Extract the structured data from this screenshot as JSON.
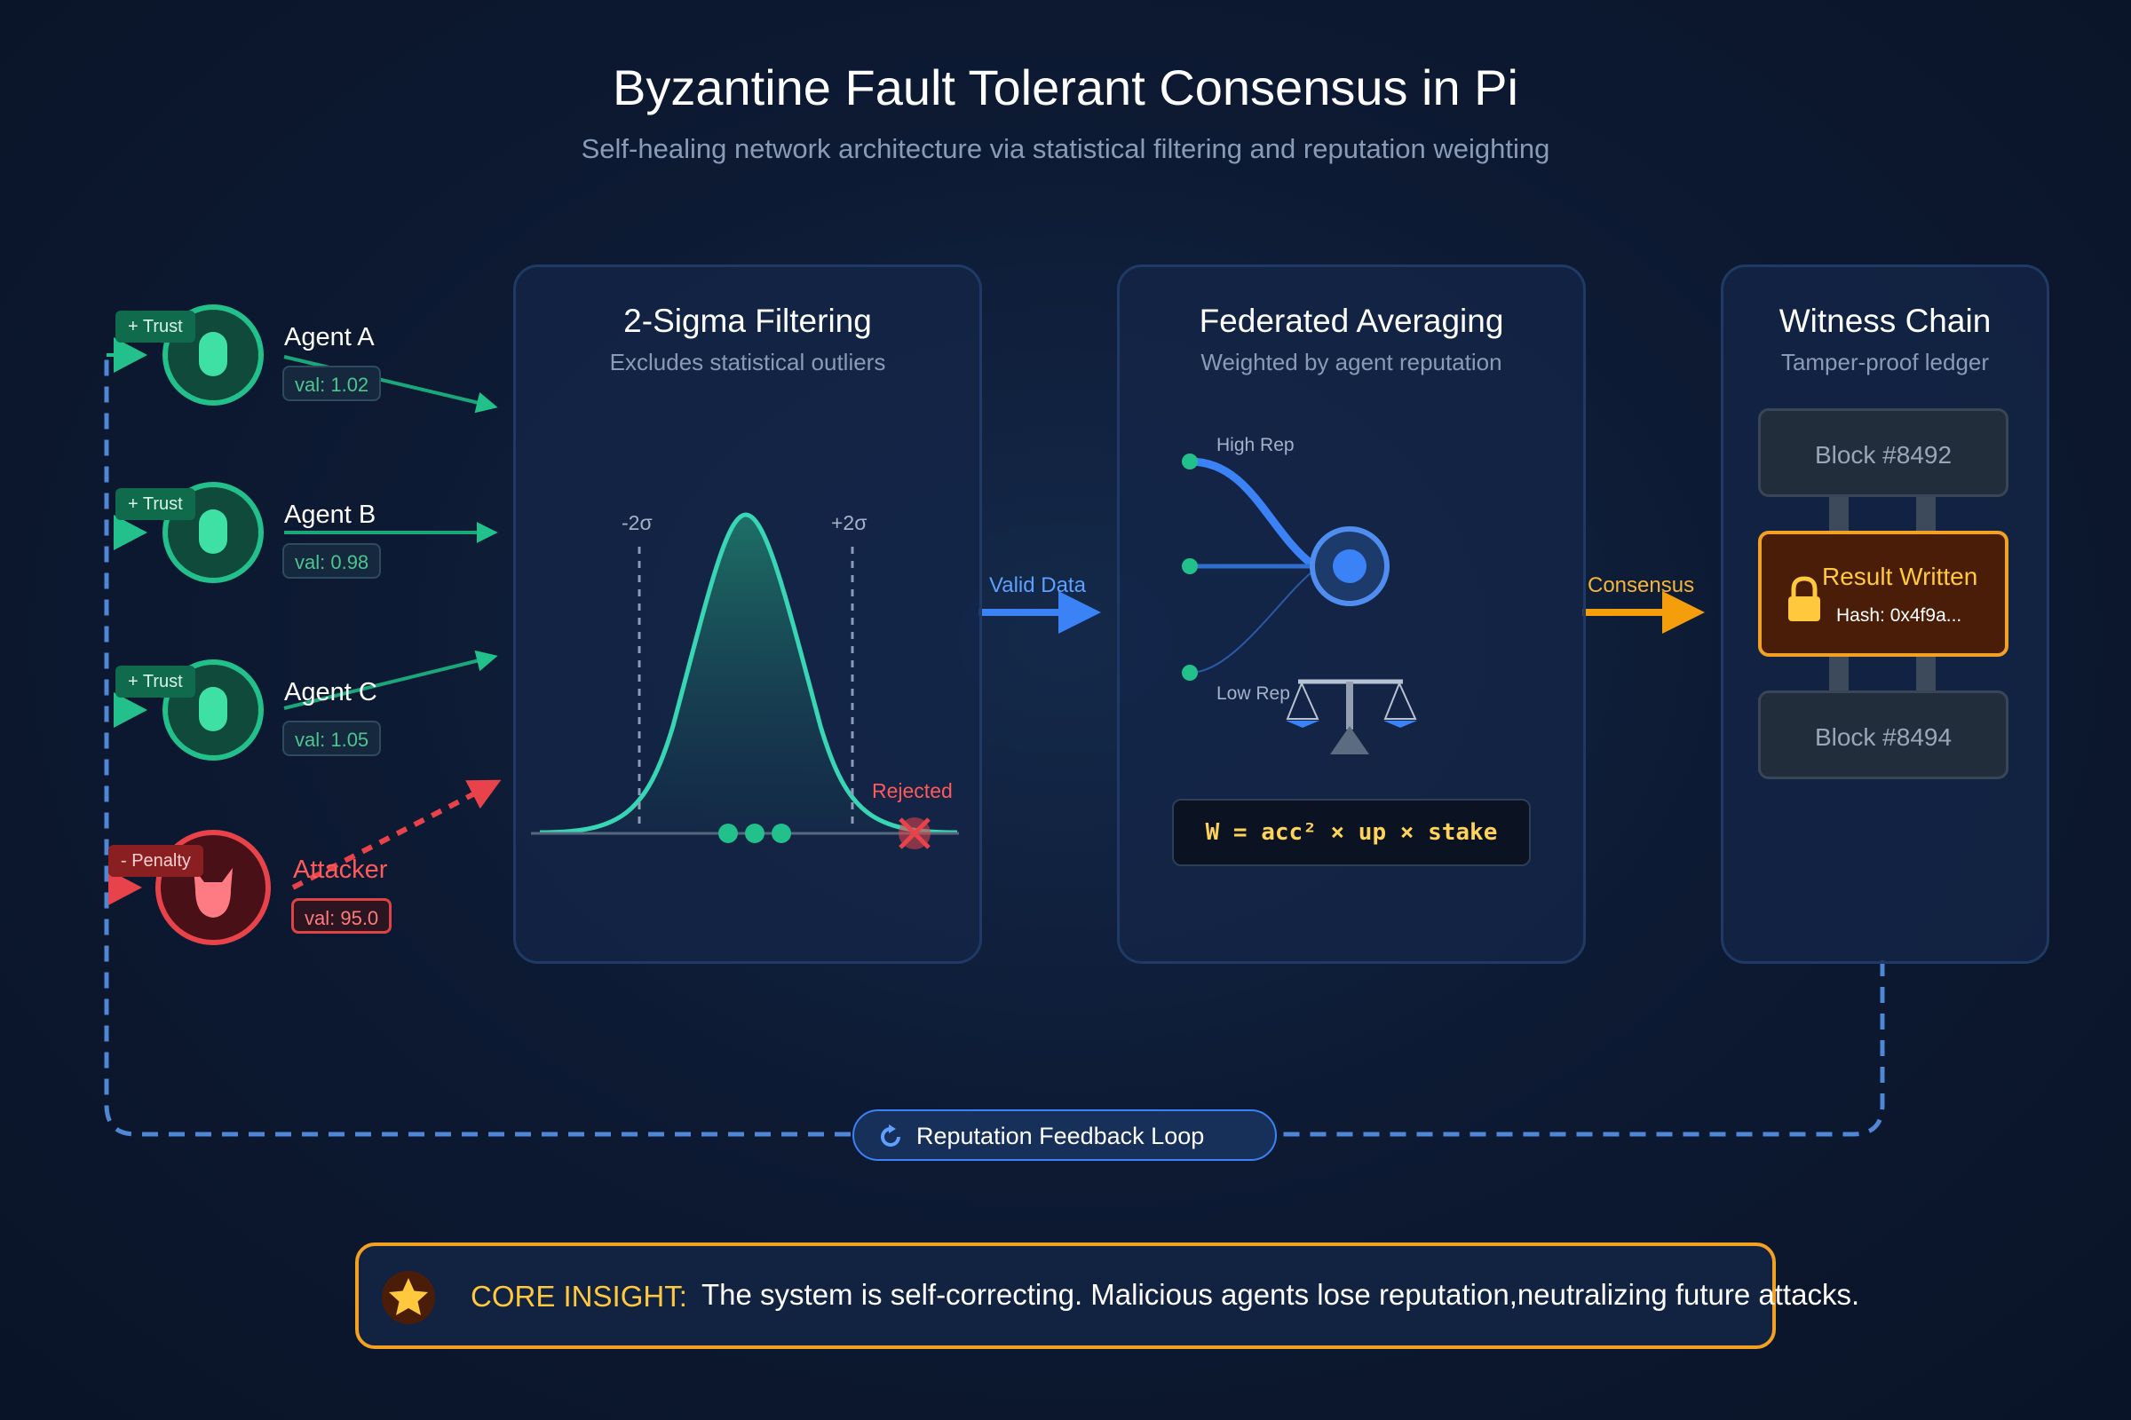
{
  "header": {
    "title": "Byzantine Fault Tolerant Consensus in Pi",
    "subtitle": "Self-healing network architecture via statistical filtering and reputation weighting"
  },
  "agents": [
    {
      "name": "Agent A",
      "value": "val: 1.02",
      "tag": "+ Trust",
      "status": "trusted"
    },
    {
      "name": "Agent B",
      "value": "val: 0.98",
      "tag": "+ Trust",
      "status": "trusted"
    },
    {
      "name": "Agent C",
      "value": "val: 1.05",
      "tag": "+ Trust",
      "status": "trusted"
    },
    {
      "name": "Attacker",
      "value": "val: 95.0",
      "tag": "- Penalty",
      "status": "malicious"
    }
  ],
  "filtering": {
    "title": "2-Sigma Filtering",
    "subtitle": "Excludes statistical outliers",
    "minus_sigma": "-2σ",
    "plus_sigma": "+2σ",
    "rejected": "Rejected"
  },
  "flow": {
    "valid_data": "Valid Data",
    "consensus": "Consensus"
  },
  "averaging": {
    "title": "Federated Averaging",
    "subtitle": "Weighted by agent reputation",
    "high_rep": "High Rep",
    "low_rep": "Low Rep",
    "formula": "W = acc² × up × stake"
  },
  "witness": {
    "title": "Witness Chain",
    "subtitle": "Tamper-proof ledger",
    "block_top": "Block #8492",
    "result_title": "Result Written",
    "result_hash": "Hash: 0x4f9a...",
    "block_bottom": "Block #8494"
  },
  "feedback": {
    "label": "Reputation Feedback Loop"
  },
  "insight": {
    "label": "CORE INSIGHT:",
    "text_before": "The system is self-correcting. Malicious agents lose reputation,",
    "text_after": "neutralizing future attacks."
  },
  "colors": {
    "trust_green": "#22c08a",
    "attacker_red": "#e8434a",
    "flow_blue": "#3b82f6",
    "consensus_orange": "#f59e0b",
    "insight_gold": "#f2a123"
  }
}
